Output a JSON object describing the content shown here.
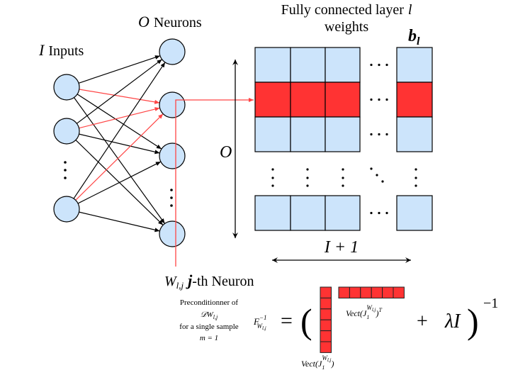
{
  "colors": {
    "node_fill": "#cce4fb",
    "highlight": "#ff3333",
    "line": "#000000",
    "red_line": "#ff4444"
  },
  "network": {
    "inputs_label": {
      "symbol": "I",
      "text": "Inputs"
    },
    "outputs_label": {
      "symbol": "O",
      "text": "Neurons"
    },
    "input_nodes": 3,
    "output_nodes": 4,
    "highlighted_output_index": 1
  },
  "matrix": {
    "title_line1": "Fully connected layer",
    "title_symbol": "l",
    "title_line2": "weights",
    "bias_label": {
      "base": "b",
      "sub": "l"
    },
    "height_label": "O",
    "width_label": "I + 1",
    "highlighted_row": 1
  },
  "neuron_label": {
    "base": "W",
    "sub": "l,j",
    "j": "j",
    "text": "-th Neuron"
  },
  "formula": {
    "caption_line1": "Preconditionner of",
    "caption_line2": {
      "script": "𝒟",
      "base": "W",
      "sub": "l,j"
    },
    "caption_line3": "for a single sample",
    "caption_line4": "m = 1",
    "lhs": {
      "base": "F",
      "sup": "−1",
      "sub": "W",
      "subsub": "l,j"
    },
    "equals": "=",
    "open_paren": "(",
    "close_paren": ")",
    "plus": "+",
    "lambda_term": "λI",
    "exponent": "−1",
    "column_vector_label": {
      "pre": "Vect(J",
      "sub": "1",
      "sup": "W",
      "supsub": "l,j",
      "post": ")"
    },
    "row_vector_label": {
      "pre": "Vect(J",
      "sub": "1",
      "sup": "W",
      "supsub": "l,j",
      "post": ")",
      "T": "T"
    },
    "vector_cells": 6
  }
}
